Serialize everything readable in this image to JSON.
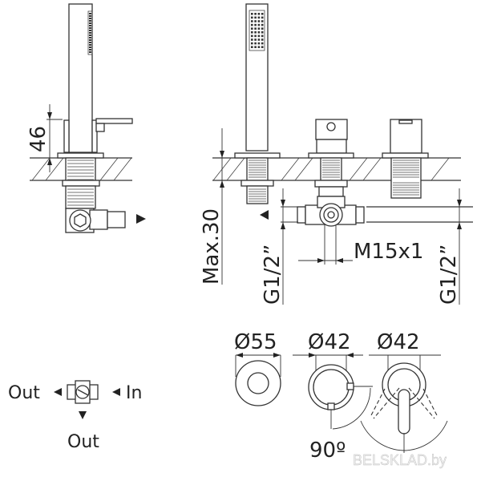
{
  "labels": {
    "height_46": "46",
    "max_30": "Max.30",
    "g12_left": "G1/2”",
    "g12_right": "G1/2”",
    "m15x1": "M15x1",
    "d55": "Ø55",
    "d42_a": "Ø42",
    "d42_b": "Ø42",
    "angle_90": "90º",
    "out_left": "Out",
    "in_right": "In",
    "out_bottom": "Out"
  },
  "watermark": "BELSKLAD.by"
}
